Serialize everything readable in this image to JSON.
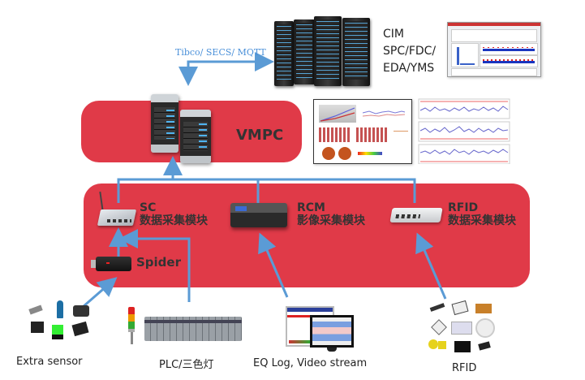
{
  "top": {
    "protocol_label": "Tibco/ SECS/ MQTT",
    "cim_lines": [
      "CIM",
      "SPC/FDC/",
      "EDA/YMS"
    ]
  },
  "vmpc": {
    "label": "VMPC"
  },
  "modules": {
    "sc": {
      "title": "SC",
      "subtitle": "数据采集模块"
    },
    "rcm": {
      "title": "RCM",
      "subtitle": "影像采集模块"
    },
    "rfid": {
      "title": "RFID",
      "subtitle": "数据采集模块"
    },
    "spider": {
      "title": "Spider"
    }
  },
  "sources": {
    "extra_sensor": "Extra sensor",
    "plc": "PLC/三色灯",
    "eq_log": "EQ Log, Video stream",
    "rfid": "RFID"
  },
  "colors": {
    "panel_red": "#e03a48",
    "wire_blue": "#5b9bd5",
    "label_dark": "#333333"
  }
}
